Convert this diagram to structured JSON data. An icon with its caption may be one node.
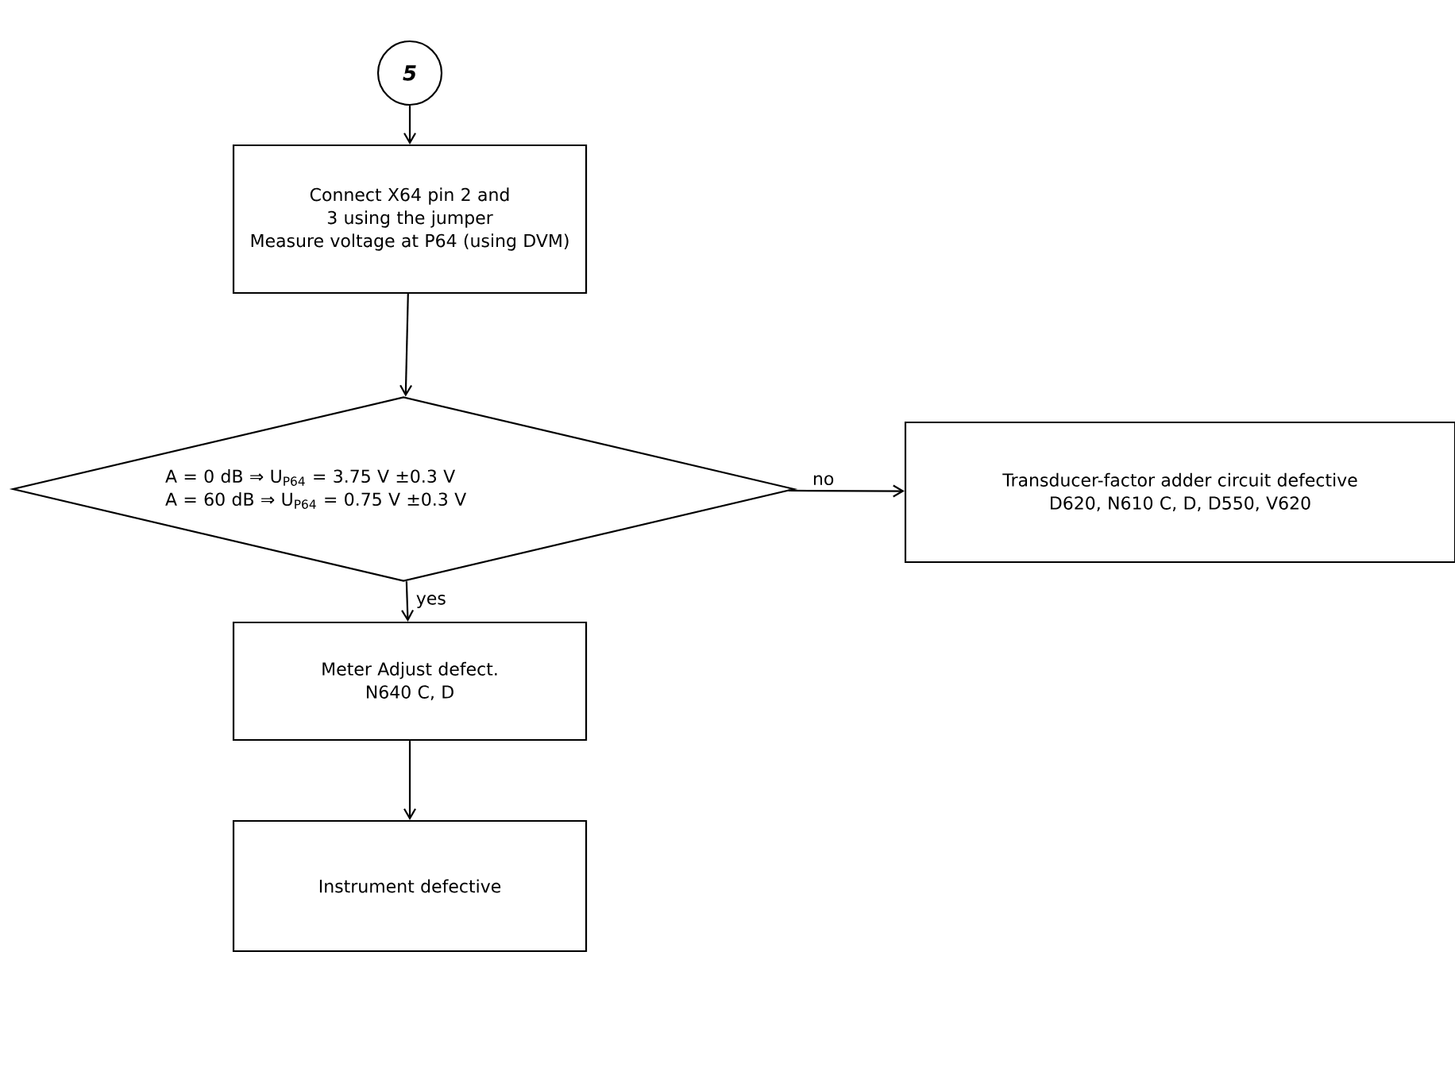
{
  "diagram": {
    "nodes": [
      {
        "text": [
          "5"
        ]
      },
      {
        "text": [
          "Connect X64 pin 2 and 3 using the jumper",
          "Measure voltage at P64 (using DVM)"
        ]
      },
      {
        "text": [
          "A = 0 dB ⇒ U$_{P64}$ = 3.75 V ±0.3 V",
          "A = 60 dB ⇒ U$_{P64}$ = 0.75 V ±0.3 V"
        ]
      },
      {
        "text": [
          "Transducer-factor adder circuit defective",
          "D620, N610 C, D, D550, V620"
        ]
      },
      {
        "text": [
          "Meter Adjust defect.",
          "N640 C, D"
        ]
      },
      {
        "text": [
          "Instrument defective"
        ]
      }
    ],
    "edges": [
      {
        "from": 0,
        "to": 1,
        "arrow": "to"
      },
      {
        "from": 1,
        "to": 2,
        "arrow": "to"
      },
      {
        "from": 2,
        "to": 3,
        "arrow": "to",
        "label": "no"
      },
      {
        "from": 2,
        "to": 4,
        "arrow": "to",
        "label": "yes"
      },
      {
        "from": 4,
        "to": 5,
        "arrow": "to"
      }
    ]
  }
}
